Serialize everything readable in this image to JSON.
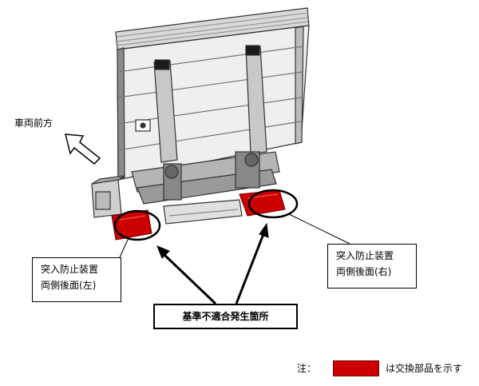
{
  "direction_label": "車両前方",
  "left_box": {
    "line1": "突入防止装置",
    "line2": "両側後面(左)"
  },
  "right_box": {
    "line1": "突入防止装置",
    "line2": "両側後面(右)"
  },
  "center_label": "基準不適合発生箇所",
  "legend": {
    "note": "注：",
    "text": "は交換部品を示す",
    "swatch_color": "#cc0000"
  },
  "colors": {
    "part_red": "#cc0000",
    "line": "#000000",
    "body_gray": "#e6e6e6"
  }
}
